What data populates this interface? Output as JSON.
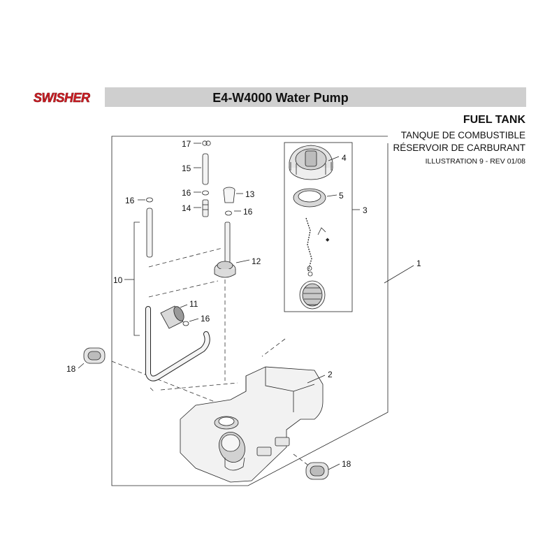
{
  "brand": {
    "logo_text": "SWISHER",
    "logo_color": "#d21f26"
  },
  "header": {
    "title": "E4-W4000 Water Pump",
    "bar_color": "#cfcfcf"
  },
  "section": {
    "title_en": "FUEL TANK",
    "title_es": "TANQUE DE COMBUSTIBLE",
    "title_fr": "RÉSERVOIR DE CARBURANT",
    "illustration": "ILLUSTRATION 9 - REV 01/08"
  },
  "callouts": {
    "c1": "1",
    "c2": "2",
    "c3": "3",
    "c4": "4",
    "c5": "5",
    "c10": "10",
    "c11": "11",
    "c12": "12",
    "c13": "13",
    "c14": "14",
    "c15": "15",
    "c16a": "16",
    "c16b": "16",
    "c16c": "16",
    "c16d": "16",
    "c17": "17",
    "c18a": "18",
    "c18b": "18"
  }
}
